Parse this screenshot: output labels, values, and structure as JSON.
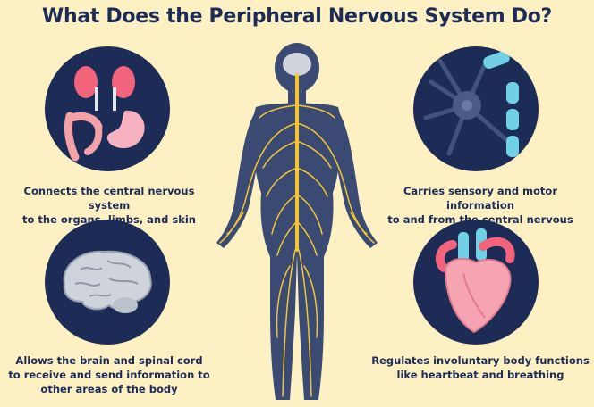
{
  "title": "What Does the Peripheral Nervous System Do?",
  "panels": {
    "top_left": {
      "lines": [
        "Connects the central nervous system",
        "to the organs, limbs, and skin"
      ],
      "icon": "organs-icon"
    },
    "bottom_left": {
      "lines": [
        "Allows the brain and spinal cord",
        "to receive and send information to",
        "other areas of the body"
      ],
      "icon": "brain-icon"
    },
    "top_right": {
      "lines": [
        "Carries sensory and motor information",
        "to and from the central nervous system"
      ],
      "icon": "neuron-icon"
    },
    "bottom_right": {
      "lines": [
        "Regulates involuntary body functions",
        "like heartbeat and breathing"
      ],
      "icon": "heart-icon"
    }
  },
  "colors": {
    "background": "#fdf1c3",
    "navy": "#1d2b57",
    "body": "#3a4a73",
    "nerve": "#f2c531",
    "organ_pink": "#f29aa8",
    "accent_blue": "#6fd0e6"
  }
}
